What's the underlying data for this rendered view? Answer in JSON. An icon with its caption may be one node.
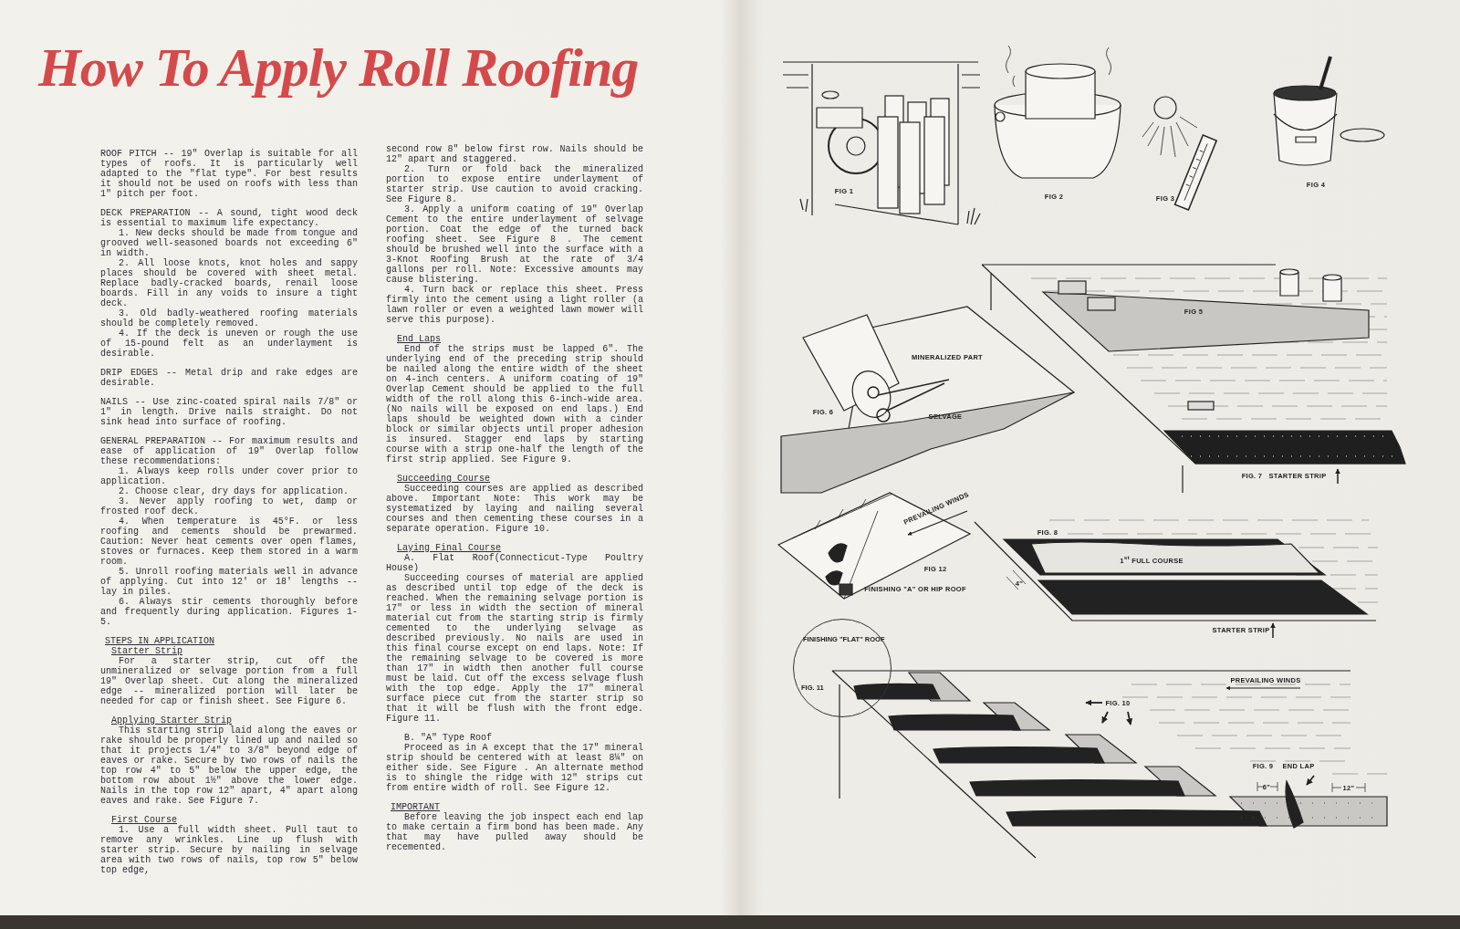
{
  "diagram": {
    "title": "How To Apply Roll Roofing",
    "nodes": [
      {
        "text": [
          "FINISHING \"FLAT\" ROOF",
          "FIG. 11"
        ]
      }
    ],
    "labels": [
      "ROOF PITCH -- 19\" Overlap is suitable for all types of roofs. It is particularly well adapted to the \"flat type\". For best results it should not be used on roofs with less than 1\" pitch per foot.",
      "DECK PREPARATION -- A sound, tight wood deck is essential to maximum life expectancy.",
      "1. New decks should be made from tongue and grooved well-seasoned boards not exceeding 6\" in width.",
      "2. All loose knots, knot holes and sappy places should be covered with sheet metal. Replace badly-cracked boards, renail loose boards. Fill in any voids to insure a tight deck.",
      "3. Old badly-weathered roofing materials should be completely removed.",
      "4. If the deck is uneven or rough the use of 15-pound felt as an underlayment is desirable.",
      "DRIP EDGES -- Metal drip and rake edges are desirable.",
      "NAILS -- Use zinc-coated spiral nails 7/8\" or 1\" in length. Drive nails straight. Do not sink head into surface of roofing.",
      "GENERAL PREPARATION -- For maximum results and ease of application of 19\" Overlap follow these recommendations:",
      "1. Always keep rolls under cover prior to application.",
      "2. Choose clear, dry days for application.",
      "3. Never apply roofing to wet, damp or frosted roof deck.",
      "4. When temperature is 45°F. or less roofing and cements should be prewarmed. Caution: Never heat cements over open flames, stoves or furnaces. Keep them stored in a warm room.",
      "5. Unroll roofing materials well in advance of applying. Cut into 12' or 18' lengths -- lay in piles.",
      "6. Always stir cements thoroughly before and frequently during application. Figures 1-5.",
      "STEPS IN APPLICATION",
      "Starter Strip",
      "For a starter strip, cut off the unmineralized or selvage portion from a full 19\" Overlap sheet. Cut along the mineralized edge -- mineralized portion will later be needed for cap or finish sheet. See Figure 6.",
      "Applying Starter Strip",
      "This starting strip laid along the eaves or rake should be properly lined up and nailed so that it projects 1/4\" to 3/8\" beyond edge of eaves or rake. Secure by two rows of nails the top row 4\" to 5\" below the upper edge, the bottom row about 1½\" above the lower edge. Nails in the top row 12\" apart, 4\" apart along eaves and rake. See Figure 7.",
      "First Course",
      "1. Use a full width sheet. Pull taut to remove any wrinkles. Line up flush with starter strip. Secure by nailing in selvage area with two rows of nails, top row 5\" below top edge,",
      "second row 8\" below first row. Nails should be 12\" apart and staggered.",
      "2. Turn or fold back the mineralized portion to expose entire underlayment of starter strip. Use caution to avoid cracking. See Figure 8.",
      "3. Apply a uniform coating of 19\" Overlap Cement to the entire underlayment of selvage portion. Coat the edge of the turned back roofing sheet. See Figure 8 . The cement should be brushed well into the surface with a 3-Knot Roofing Brush at the rate of 3/4 gallons per roll. Note: Excessive amounts may cause blistering.",
      "4. Turn back or replace this sheet. Press firmly into the cement using a light roller (a lawn roller or even a weighted lawn mower will serve this purpose).",
      "End Laps",
      "End of the strips must be lapped 6\". The underlying end of the preceding strip should be nailed along the entire width of the sheet on 4-inch centers. A uniform coating of 19\" Overlap Cement should be applied to the full width of the roll along this 6-inch-wide area. (No nails will be exposed on end laps.) End laps should be weighted down with a cinder block or similar objects until proper adhesion is insured. Stagger end laps by starting course with a strip one-half the length of the first strip applied. See Figure 9.",
      "Succeeding Course",
      "Succeeding courses are applied as described above. Important Note: This work may be systematized by laying and nailing several courses and then cementing these courses in a separate operation. Figure 10.",
      "Laying Final Course",
      "A. Flat Roof(Connecticut-Type Poultry House)",
      "Succeeding courses of material are applied as described until top edge of the deck is reached. When the remaining selvage portion is 17\" or less in width the section of mineral material cut from the starting strip is firmly cemented to the underlying selvage as described previously. No nails are used in this final course except on end laps. Note: If the remaining selvage to be covered is more than 17\" in width then another full course must be laid. Cut off the excess selvage flush with the top edge. Apply the 17\" mineral surface piece cut from the starter strip so that it will be flush with the front edge. Figure 11.",
      "B. \"A\" Type Roof",
      "Proceed as in A except that the 17\" mineral strip should be centered with at least 8¼\" on either side. See Figure . An alternate method is to shingle the ridge with 12\" strips cut from entire width of roll. See Figure 12.",
      "IMPORTANT",
      "Before leaving the job inspect each end lap to make certain a firm bond has been made. Any that may have pulled away should be recemented.",
      "FIG 1",
      "FIG 2",
      "FIG 3",
      "FIG 4",
      "FIG 5",
      "MINERALIZED PART",
      "FIG. 6",
      "SELVAGE",
      "FIG. 7",
      "STARTER STRIP",
      "PREVAILING WINDS",
      "FIG. 8",
      "1$^{st}$ FULL COURSE",
      "FIG 12",
      "4\"",
      "FINISHING \"A\" OR HIP ROOF",
      "STARTER STRIP",
      "PREVAILING WINDS",
      "FIG. 10",
      "FIG. 9",
      "END LAP",
      "6\"",
      "12\""
    ]
  }
}
